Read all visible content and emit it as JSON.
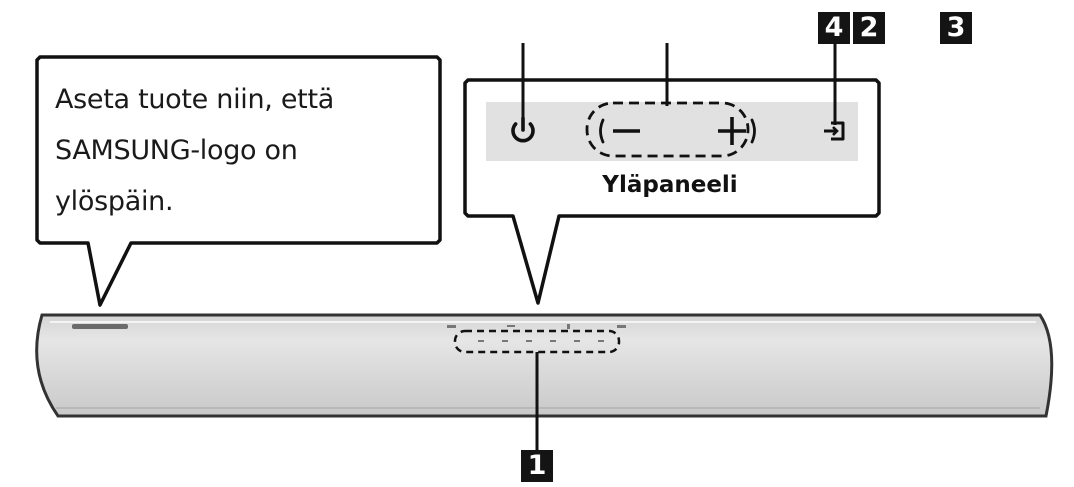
{
  "callout": {
    "line1": "Aseta tuote niin, että",
    "line2": "SAMSUNG-logo on",
    "line3": "ylöspäin."
  },
  "top_panel": {
    "title": "Yläpaneeli",
    "power_icon": "power-icon",
    "volume_minus_icon": "minus-icon",
    "volume_plus_icon": "plus-icon",
    "source_icon": "source-input-icon"
  },
  "badges": {
    "b1": "1",
    "b2": "2",
    "b3": "3",
    "b4": "4"
  },
  "colors": {
    "panel_strip": "#e1e1e1",
    "soundbar_body": "#dcdcdc",
    "badge": "#141414",
    "outline": "#111111"
  }
}
